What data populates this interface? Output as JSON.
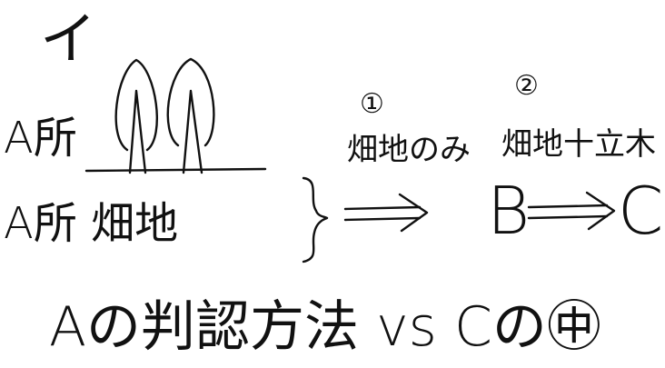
{
  "note": {
    "mark": "イ",
    "row1_label": "A所",
    "row2_label": "A所 畑地",
    "step1": {
      "number": "①",
      "label": "畑地のみ"
    },
    "step2": {
      "number": "②",
      "label": "畑地十立木"
    },
    "node_b": "B",
    "node_c": "C",
    "bottom_text": "Aの判認方法 vs Cの㊥"
  },
  "icons": [
    "tree-icon",
    "tree-icon",
    "brace-icon",
    "double-arrow-icon",
    "double-arrow-icon"
  ],
  "colors": {
    "ink": "#111111",
    "paper": "#ffffff"
  }
}
